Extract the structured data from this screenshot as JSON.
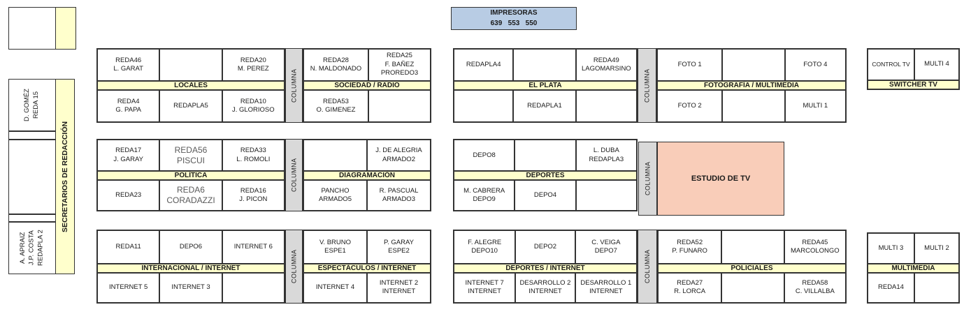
{
  "printers": {
    "label": "IMPRESORAS\n639   553   550"
  },
  "columna_label": "COLUMNA",
  "estudio_label": "ESTUDIO DE TV",
  "left_area": {
    "secretarios": "SECRETARIOS DE REDACCIÓN",
    "reda15": "REDA 15\nD. GOMÉZ",
    "redapla2": "REDAPLA 2\nJ.P. COSTA\nA. APRAIZ"
  },
  "colors": {
    "band_yellow": "#FFFFCC",
    "columna_gray": "#D9D9D9",
    "printers_blue": "#B8CCE4",
    "estudio_pink": "#F9CDB9",
    "line": "#333333"
  },
  "blocks": {
    "locales": {
      "title": "LOCALES",
      "top": [
        {
          "text": "REDA46\nL. GARAT"
        },
        {
          "text": ""
        },
        {
          "text": "REDA20\nM. PEREZ"
        }
      ],
      "bottom": [
        {
          "text": "REDA4\nG. PAPA"
        },
        {
          "text": "REDAPLA5"
        },
        {
          "text": "REDA10\nJ. GLORIOSO"
        }
      ]
    },
    "sociedad": {
      "title": "SOCIEDAD / RADIO",
      "top": [
        {
          "text": "REDA28\nN. MALDONADO"
        },
        {
          "text": "REDA25\nF. BAÑEZ\nPROREDO3"
        }
      ],
      "bottom": [
        {
          "text": "REDA53\nO. GIMENEZ"
        },
        {
          "text": ""
        }
      ]
    },
    "elplata": {
      "title": "EL PLATA",
      "top": [
        {
          "text": "REDAPLA4"
        },
        {
          "text": ""
        },
        {
          "text": "REDA49\nLAGOMARSINO"
        }
      ],
      "bottom": [
        {
          "text": ""
        },
        {
          "text": "REDAPLA1"
        },
        {
          "text": ""
        }
      ]
    },
    "foto": {
      "title": "FOTOGRAFÍA / MULTIMEDIA",
      "top": [
        {
          "text": "FOTO 1"
        },
        {
          "text": ""
        },
        {
          "text": "FOTO 4"
        }
      ],
      "bottom": [
        {
          "text": "FOTO 2"
        },
        {
          "text": ""
        },
        {
          "text": "MULTI 1"
        }
      ]
    },
    "switcher": {
      "title": "SWITCHER TV",
      "top": [
        {
          "text": "CONTROL TV"
        },
        {
          "text": "MULTI 4"
        }
      ]
    },
    "politica": {
      "title": "POLÍTICA",
      "top": [
        {
          "text": "REDA17\nJ. GARAY"
        },
        {
          "text": "REDA56\nPISCUI"
        },
        {
          "text": "REDA33\nL. ROMOLI"
        }
      ],
      "bottom": [
        {
          "text": "REDA23"
        },
        {
          "text": "REDA6\nCORADAZZI"
        },
        {
          "text": "REDA16\nJ. PICON"
        }
      ]
    },
    "diagramacion": {
      "title": "DIAGRAMACIÓN",
      "top": [
        {
          "text": ""
        },
        {
          "text": "J. DE ALEGRIA\nARMADO2"
        }
      ],
      "bottom": [
        {
          "text": "PANCHO\nARMADO5"
        },
        {
          "text": "R. PASCUAL\nARMADO3"
        }
      ]
    },
    "deportes": {
      "title": "DEPORTES",
      "top": [
        {
          "text": "DEPO8"
        },
        {
          "text": ""
        },
        {
          "text": "L. DUBA\nREDAPLA3"
        }
      ],
      "bottom": [
        {
          "text": "M. CABRERA\nDEPO9"
        },
        {
          "text": "DEPO4"
        },
        {
          "text": ""
        }
      ]
    },
    "internacional": {
      "title": "INTERNACIONAL / INTERNET",
      "top": [
        {
          "text": "REDA11"
        },
        {
          "text": "DEPO6"
        },
        {
          "text": "INTERNET 6"
        }
      ],
      "bottom": [
        {
          "text": "INTERNET 5"
        },
        {
          "text": "INTERNET 3"
        },
        {
          "text": ""
        }
      ]
    },
    "espectaculos": {
      "title": "ESPECTÁCULOS / INTERNET",
      "top": [
        {
          "text": "V. BRUNO\nESPE1"
        },
        {
          "text": "P. GARAY\nESPE2"
        }
      ],
      "bottom": [
        {
          "text": "INTERNET 4"
        },
        {
          "text": "INTERNET 2\nINTERNET"
        }
      ]
    },
    "deportes_internet": {
      "title": "DEPORTES / INTERNET",
      "top": [
        {
          "text": "F. ALEGRE\nDEPO10"
        },
        {
          "text": "DEPO2"
        },
        {
          "text": "C. VEIGA\nDEPO7"
        }
      ],
      "bottom": [
        {
          "text": "INTERNET 7\nINTERNET"
        },
        {
          "text": "DESARROLLO 2\nINTERNET"
        },
        {
          "text": "DESARROLLO 1\nINTERNET"
        }
      ]
    },
    "policiales": {
      "title": "POLICIALES",
      "top": [
        {
          "text": "REDA52\nP. FUNARO"
        },
        {
          "text": ""
        },
        {
          "text": "REDA45\nMARCOLONGO"
        }
      ],
      "bottom": [
        {
          "text": "REDA27\nR. LORCA"
        },
        {
          "text": ""
        },
        {
          "text": "REDA58\nC. VILLALBA"
        }
      ]
    },
    "multimedia": {
      "title": "MULTIMEDIA",
      "top": [
        {
          "text": "MULTI 3"
        },
        {
          "text": "MULTI 2"
        }
      ],
      "bottom": [
        {
          "text": "REDA14"
        },
        {
          "text": ""
        }
      ]
    }
  }
}
